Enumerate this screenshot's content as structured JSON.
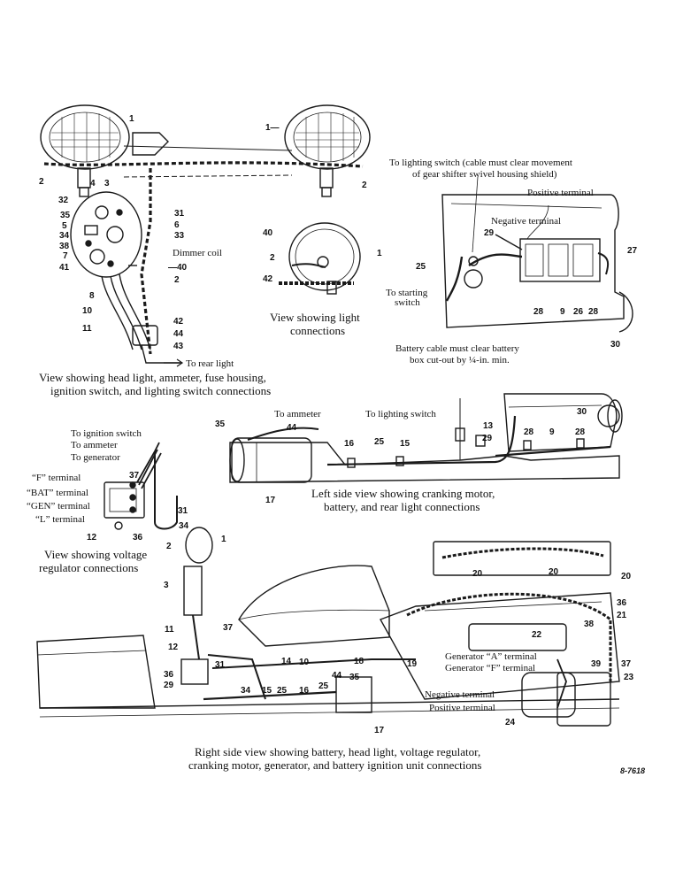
{
  "colors": {
    "ink": "#111111",
    "paper": "#ffffff",
    "wire": "#1a1a1a"
  },
  "captions": {
    "headlight_line1": "View showing head light, ammeter, fuse housing,",
    "headlight_line2": "ignition switch, and lighting switch connections",
    "light_conn_line1": "View showing light",
    "light_conn_line2": "connections",
    "left_side_line1": "Left side view showing cranking motor,",
    "left_side_line2": "battery, and rear light connections",
    "regulator_line1": "View showing voltage",
    "regulator_line2": "regulator connections",
    "right_side_line1": "Right side view showing battery, head light, voltage regulator,",
    "right_side_line2": "cranking motor, generator, and battery ignition unit connections"
  },
  "labels": {
    "dimmer_coil": "Dimmer coil",
    "to_rear_light": "To rear light",
    "to_lighting_switch_cable": "To lighting switch (cable must clear movement",
    "to_lighting_switch_cable2": "of gear shifter swivel housing shield)",
    "positive_terminal": "Positive terminal",
    "negative_terminal": "Negative terminal",
    "to_starting_switch_1": "To starting",
    "to_starting_switch_2": "switch",
    "battery_cable_1": "Battery cable must clear battery",
    "battery_cable_2": "box cut-out by ¼-in. min.",
    "to_ammeter": "To ammeter",
    "to_lighting_switch": "To lighting switch",
    "to_ignition_switch": "To ignition switch",
    "to_ammeter_2": "To ammeter",
    "to_generator": "To generator",
    "f_terminal": "“F” terminal",
    "bat_terminal": "“BAT” terminal",
    "gen_terminal": "“GEN” terminal",
    "l_terminal": "“L” terminal",
    "gen_a_terminal": "Generator “A” terminal",
    "gen_f_terminal": "Generator “F” terminal",
    "neg_terminal_2": "Negative terminal",
    "pos_terminal_2": "Positive terminal",
    "figure_ref": "8-7618"
  },
  "numbers": {
    "n1a": "1",
    "n1b": "1—",
    "n2a": "2",
    "n2b": "2",
    "n32": "32",
    "n4": "4",
    "n3": "3",
    "n35": "35",
    "n5": "5",
    "n34": "34",
    "n38": "38",
    "n7": "7",
    "n41": "41",
    "n31": "31",
    "n6": "6",
    "n33": "33",
    "n40": "—40",
    "n2c": "2",
    "n8": "8",
    "n10": "10",
    "n11": "11",
    "n42": "42",
    "n44": "44",
    "n43": "43",
    "l40": "40",
    "l2": "2",
    "l42": "42",
    "l1": "1",
    "b29": "29",
    "b25": "25",
    "b27": "27",
    "b28a": "28",
    "b9": "9",
    "b26": "26",
    "b28b": "28",
    "b30": "30",
    "s35": "35",
    "s44": "44",
    "s16": "16",
    "s25": "25",
    "s15": "15",
    "s13": "13",
    "s29": "29",
    "s28a": "28",
    "s9": "9",
    "s28b": "28",
    "s30": "30",
    "s17": "17",
    "r37": "37",
    "r12": "12",
    "r36": "36",
    "r31": "31",
    "r34": "34",
    "rs1": "1",
    "rs2": "2",
    "rs3": "3",
    "rs11": "11",
    "rs12": "12",
    "rs37": "37",
    "rs31": "31",
    "rs14": "14",
    "rs10": "10",
    "rs18": "18",
    "rs19": "19",
    "rs36": "36",
    "rs29": "29",
    "rs34": "34",
    "rs15": "15",
    "rs25": "25",
    "rs16": "16",
    "rs44": "44",
    "rs35": "35",
    "rs25b": "25",
    "rs17": "17",
    "rs20a": "20",
    "rs20b": "20",
    "rs20c": "20",
    "rs38": "38",
    "rs21": "21",
    "rs22": "22",
    "rs36b": "36",
    "rs39": "39",
    "rs37b": "37",
    "rs23": "23",
    "rs24": "24"
  }
}
